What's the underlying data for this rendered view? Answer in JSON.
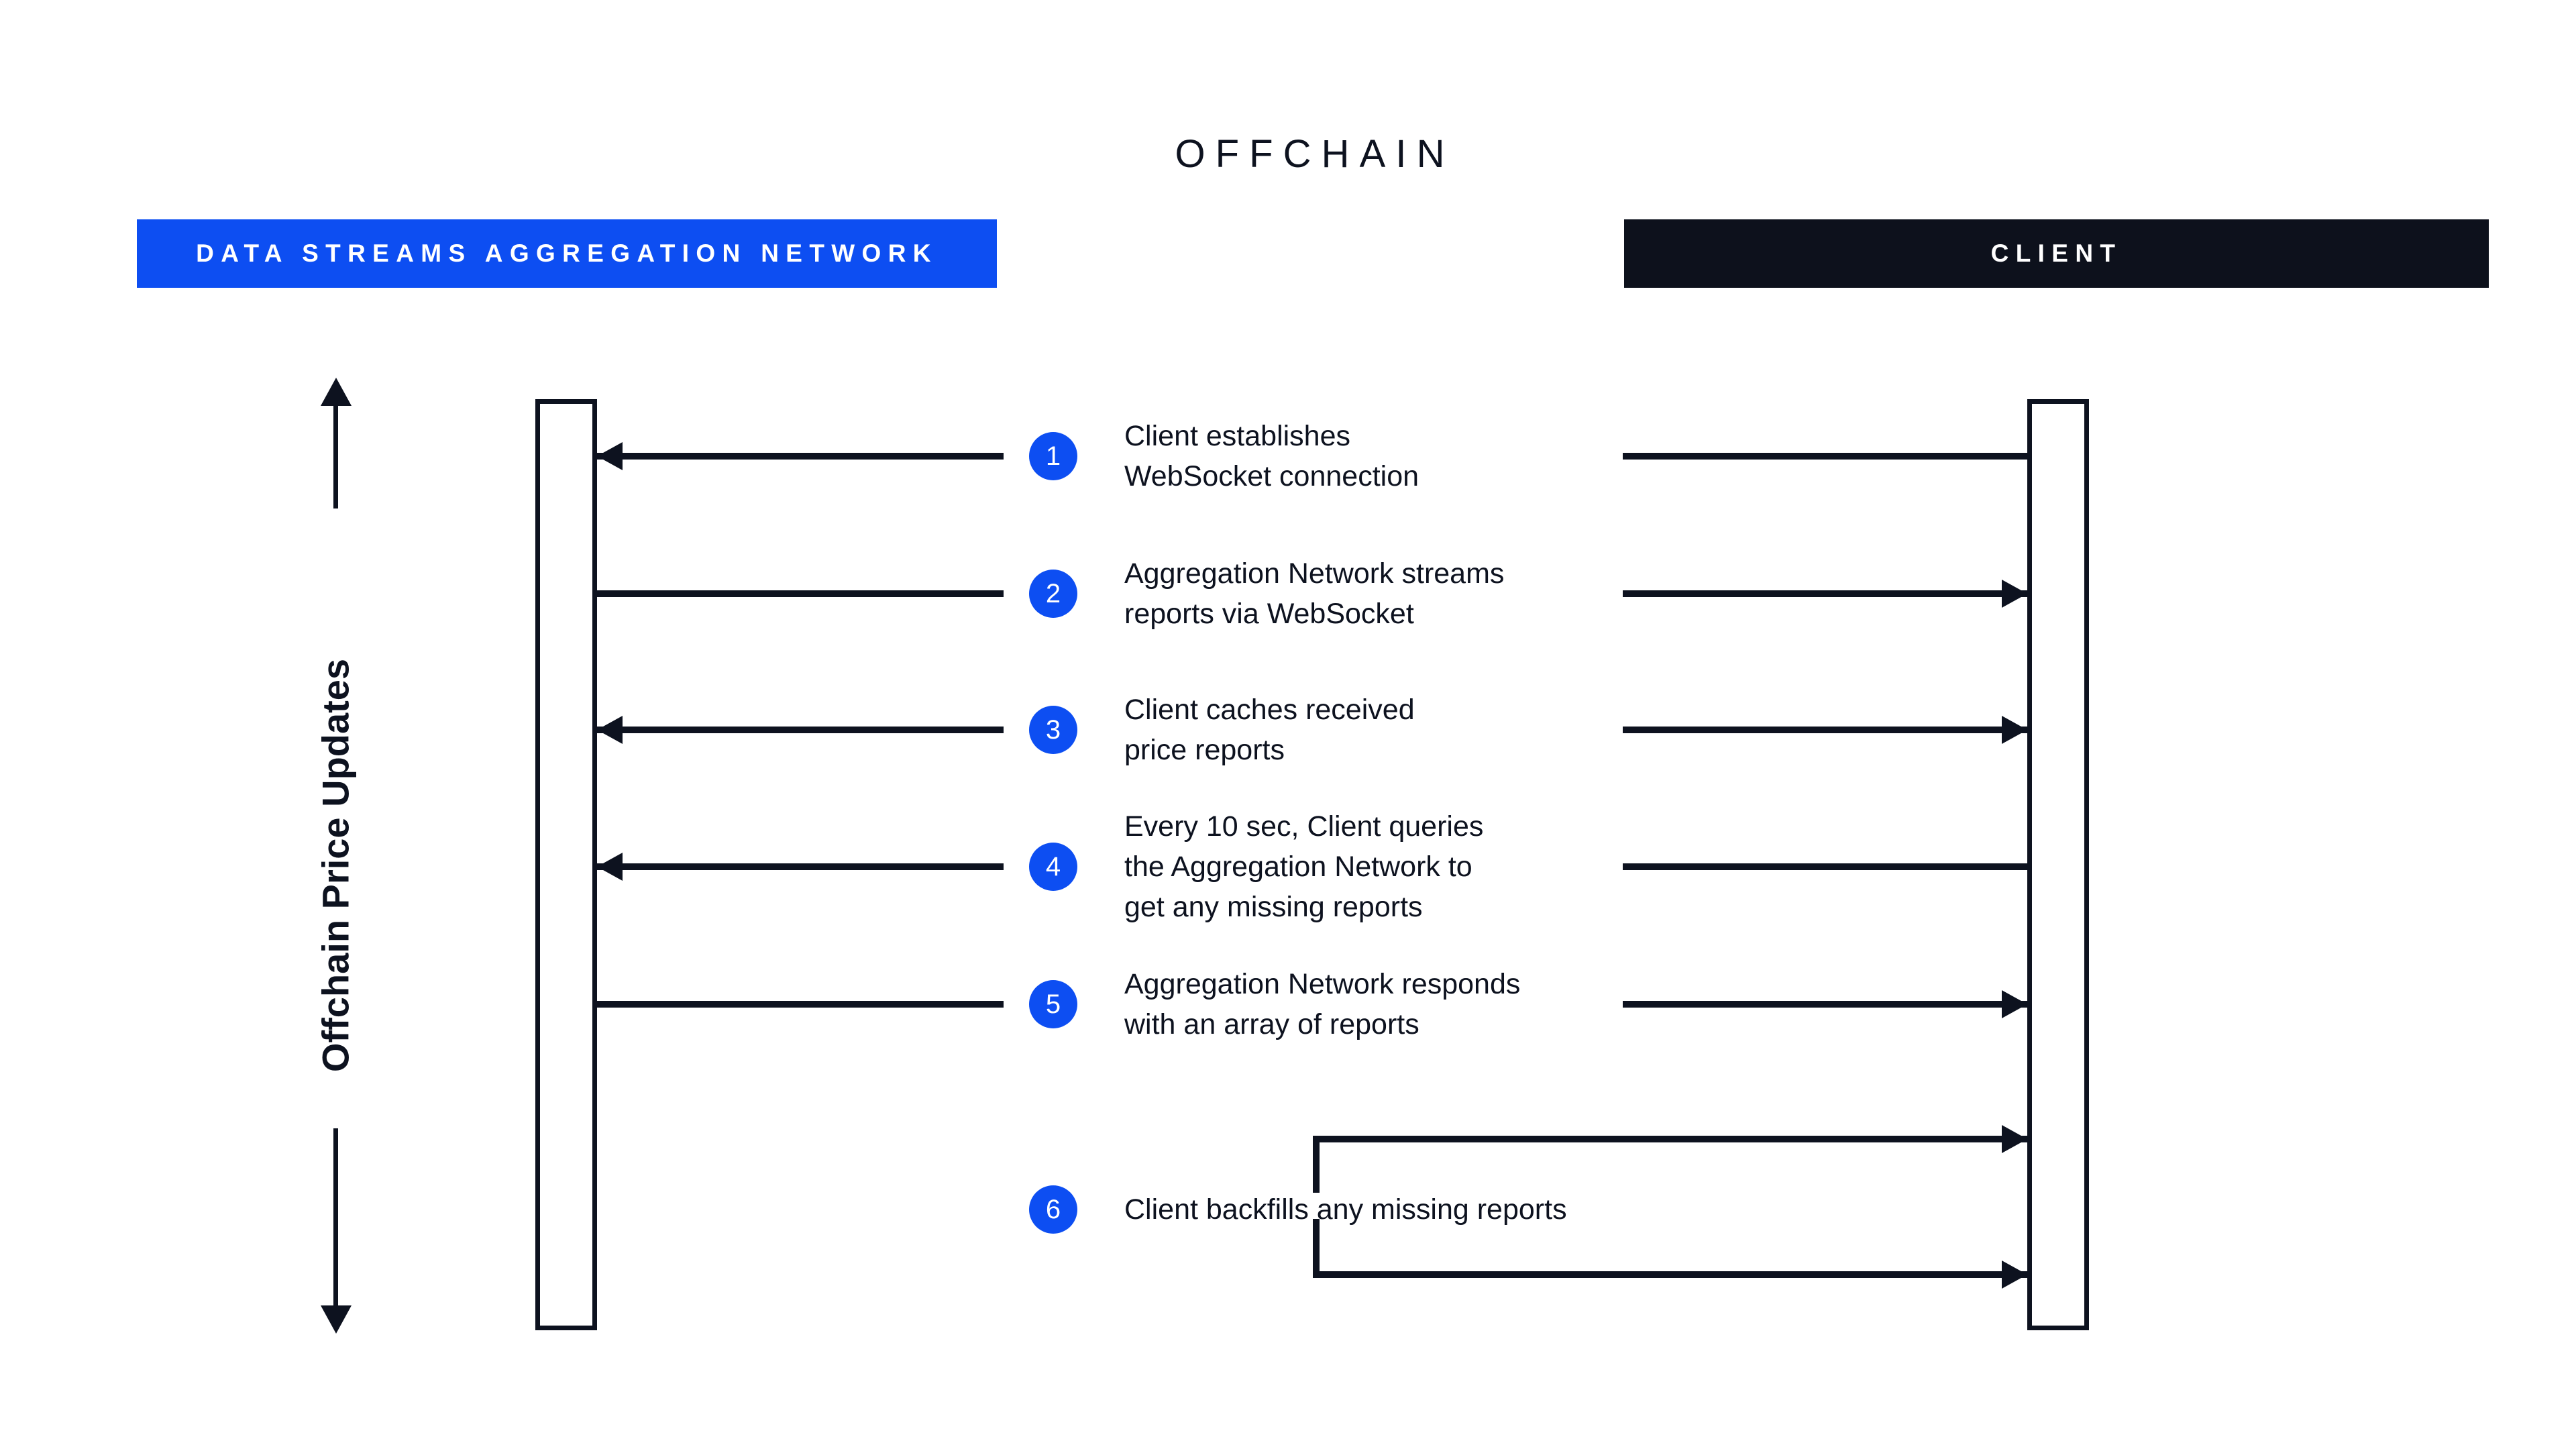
{
  "title": "OFFCHAIN",
  "lanes": {
    "left": "DATA STREAMS AGGREGATION NETWORK",
    "right": "CLIENT"
  },
  "axis_label": "Offchain Price Updates",
  "steps": [
    {
      "num": "1",
      "text": "Client establishes\nWebSocket connection",
      "direction": "client-to-aggregation-network"
    },
    {
      "num": "2",
      "text": "Aggregation Network streams\nreports via WebSocket",
      "direction": "aggregation-network-to-client"
    },
    {
      "num": "3",
      "text": "Client caches received\nprice reports",
      "direction": "both-outward"
    },
    {
      "num": "4",
      "text": "Every 10 sec, Client queries\nthe Aggregation Network to\nget any missing reports",
      "direction": "client-to-aggregation-network"
    },
    {
      "num": "5",
      "text": "Aggregation Network responds\nwith an array of reports",
      "direction": "aggregation-network-to-client"
    },
    {
      "num": "6",
      "text": "Client backfills any missing reports",
      "direction": "client-self-double-arrow"
    }
  ],
  "colors": {
    "accent_blue": "#0D4EF2",
    "dark_navy": "#0D121F",
    "header_black": "#0D111C",
    "background": "#FFFFFF"
  }
}
